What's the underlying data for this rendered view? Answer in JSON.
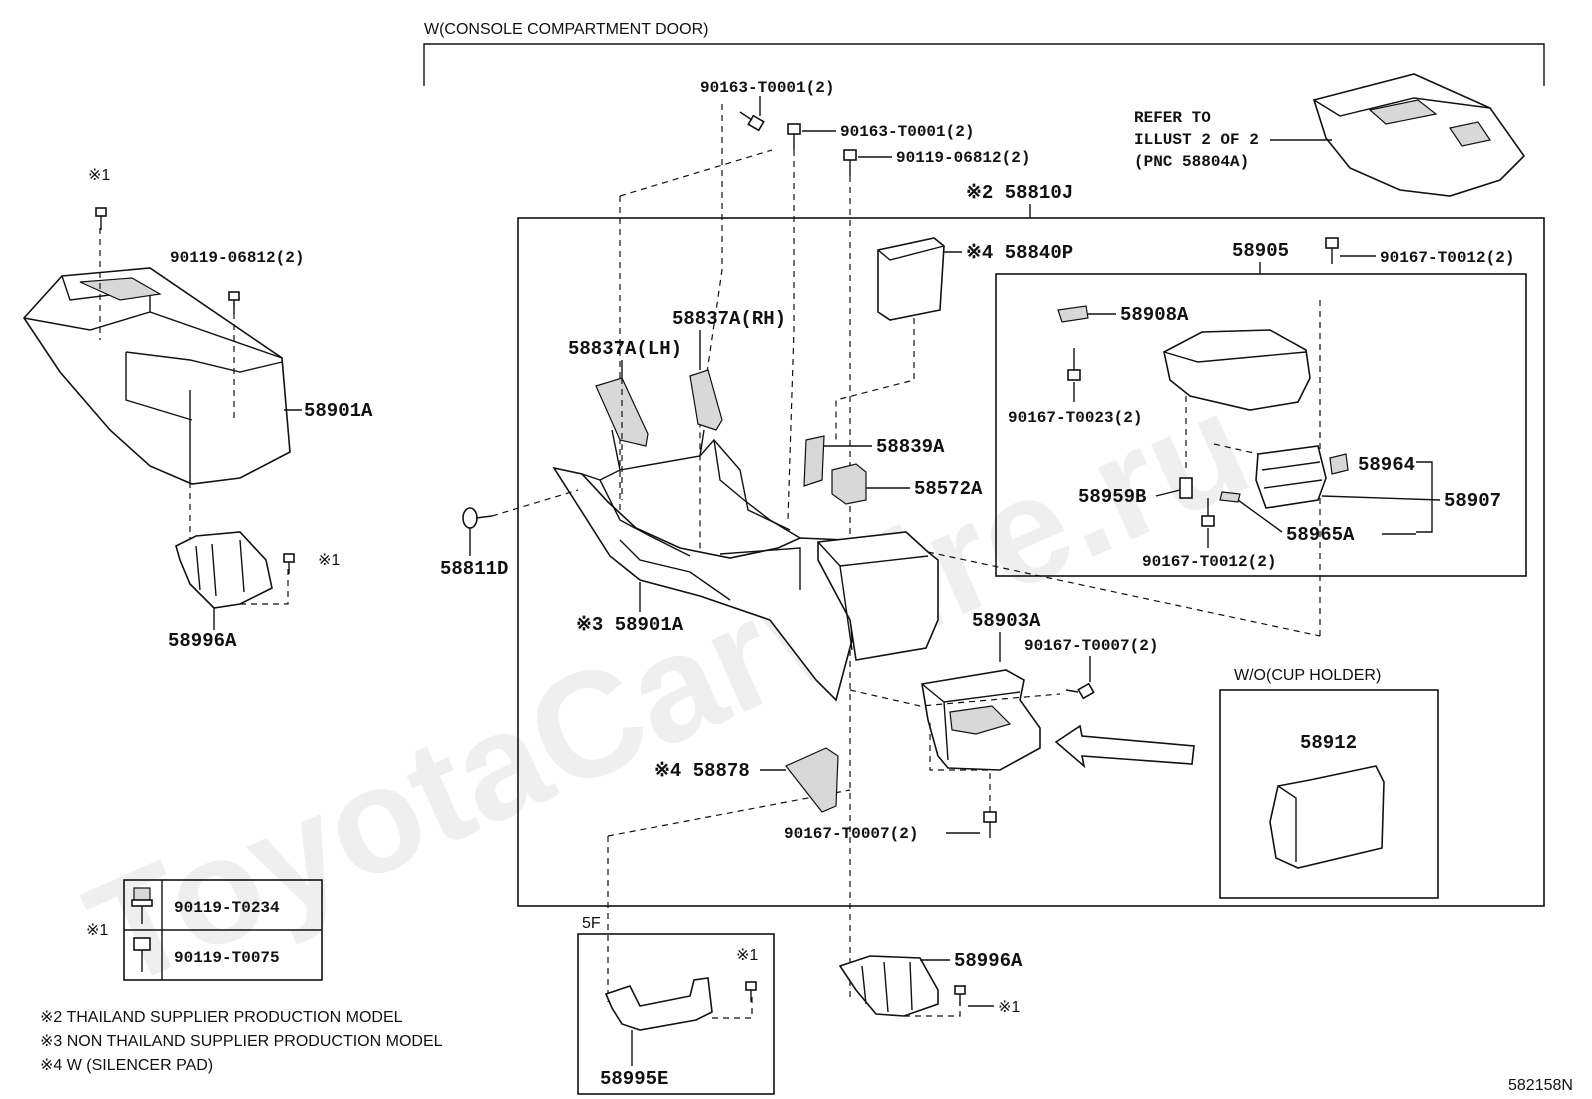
{
  "header": {
    "group_title": "W(CONSOLE COMPARTMENT DOOR)",
    "refer_line1": "REFER TO",
    "refer_line2": "ILLUST 2 OF 2",
    "refer_line3": "(PNC 58804A)"
  },
  "callouts": {
    "c1": "90163-T0001(2)",
    "c2": "90163-T0001(2)",
    "c3": "90119-06812(2)",
    "c4": "※2 58810J",
    "c5": "※4 58840P",
    "c6": "58905",
    "c7": "90167-T0012(2)",
    "c8": "58908A",
    "c9": "58837A(RH)",
    "c10": "58837A(LH)",
    "c11": "90167-T0023(2)",
    "c12": "58839A",
    "c13": "58572A",
    "c14": "58964",
    "c15": "58959B",
    "c16": "58907",
    "c17": "58965A",
    "c18": "90167-T0012(2)",
    "c19": "58811D",
    "c20": "※3 58901A",
    "c21": "58903A",
    "c22": "90167-T0007(2)",
    "c23": "W/O(CUP HOLDER)",
    "c24": "58912",
    "c25": "※4 58878",
    "c26": "90167-T0007(2)",
    "c27": "5F",
    "c28": "58995E",
    "c29": "58996A",
    "c30": "※1",
    "c31": "※1",
    "left_c1": "※1",
    "left_c2": "90119-06812(2)",
    "left_c3": "58901A",
    "left_c4": "※1",
    "left_c5": "58996A"
  },
  "legend": {
    "marker": "※1",
    "rows": [
      {
        "part": "90119-T0234"
      },
      {
        "part": "90119-T0075"
      }
    ],
    "notes": [
      "※2 THAILAND SUPPLIER PRODUCTION MODEL",
      "※3 NON THAILAND SUPPLIER PRODUCTION MODEL",
      "※4 W (SILENCER PAD)"
    ]
  },
  "footer": {
    "illustration_code": "582158N"
  },
  "watermark": "ToyotaCarWire.ru"
}
